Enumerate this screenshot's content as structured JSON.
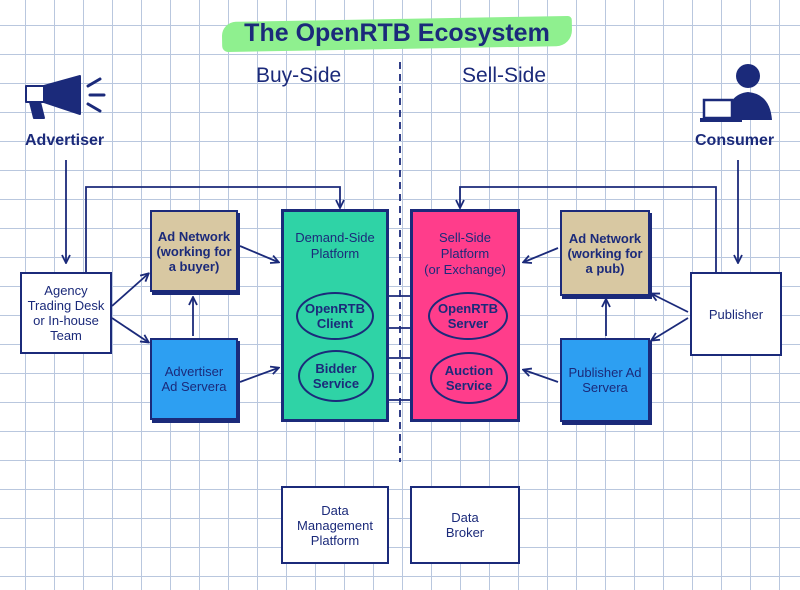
{
  "title": "The OpenRTB Ecosystem",
  "sides": {
    "buy": "Buy-Side",
    "sell": "Sell-Side"
  },
  "actors": {
    "advertiser": "Advertiser",
    "consumer": "Consumer"
  },
  "nodes": {
    "agency": "Agency\nTrading Desk\nor In-house\nTeam",
    "buyer_ad_network": "Ad Network\n(working for\na buyer)",
    "advertiser_ad_server": "Advertiser\nAd Servera",
    "dsp": "Demand-Side\nPlatform",
    "openrtb_client": "OpenRTB\nClient",
    "bidder_service": "Bidder\nService",
    "ssp": "Sell-Side\nPlatform\n(or Exchange)",
    "openrtb_server": "OpenRTB\nServer",
    "auction_service": "Auction\nService",
    "pub_ad_network": "Ad Network\n(working for\na pub)",
    "publisher_ad_server": "Publisher Ad\nServera",
    "publisher": "Publisher",
    "dmp": "Data\nManagement\nPlatform",
    "data_broker": "Data\nBroker"
  },
  "colors": {
    "ink": "#1b2a7a",
    "title_highlight": "#8ff08f",
    "dsp_fill": "#2fd3a6",
    "ssp_fill": "#ff3d8b",
    "ad_network_fill": "#d8c8a2",
    "ad_server_fill": "#2d9ff2"
  },
  "icons": {
    "advertiser": "megaphone-icon",
    "consumer": "person-laptop-icon"
  }
}
